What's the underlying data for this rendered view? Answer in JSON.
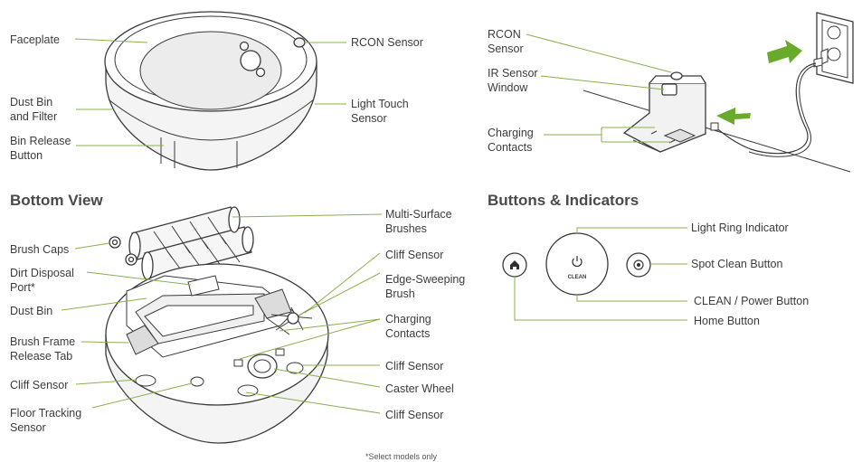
{
  "headings": {
    "bottom_view": "Bottom View",
    "buttons_indicators": "Buttons & Indicators"
  },
  "labels": {
    "faceplate": "Faceplate",
    "rcon_sensor_robot": "RCON Sensor",
    "dust_bin_filter": "Dust Bin\nand Filter",
    "light_touch_sensor": "Light Touch\nSensor",
    "bin_release_button": "Bin Release\nButton",
    "rcon_sensor_dock": "RCON\nSensor",
    "ir_sensor_window": "IR Sensor\nWindow",
    "charging_contacts_dock": "Charging\nContacts",
    "multi_surface_brushes": "Multi-Surface\nBrushes",
    "brush_caps": "Brush Caps",
    "cliff_sensor_top_right": "Cliff Sensor",
    "dirt_disposal_port": "Dirt Disposal\nPort*",
    "edge_sweeping_brush": "Edge-Sweeping\nBrush",
    "dust_bin": "Dust Bin",
    "charging_contacts_bottom": "Charging\nContacts",
    "brush_frame_release_tab": "Brush Frame\nRelease Tab",
    "cliff_sensor_mid_right": "Cliff Sensor",
    "cliff_sensor_left": "Cliff Sensor",
    "caster_wheel": "Caster Wheel",
    "floor_tracking_sensor": "Floor Tracking\nSensor",
    "cliff_sensor_bottom_right": "Cliff Sensor",
    "light_ring_indicator": "Light Ring Indicator",
    "spot_clean_button": "Spot Clean Button",
    "clean_power_button": "CLEAN / Power Button",
    "home_button": "Home Button"
  },
  "clean_button_text": "CLEAN",
  "footnote": "*Select models only",
  "colors": {
    "leader_line": "#8ab04a",
    "arrow": "#6aaa2a",
    "outline": "#3a3a3a",
    "faceplate_fill": "#ececec",
    "body_fill": "#f4f4f4"
  },
  "icons": {
    "home": "home-icon",
    "power": "power-icon",
    "spot": "spot-icon"
  }
}
